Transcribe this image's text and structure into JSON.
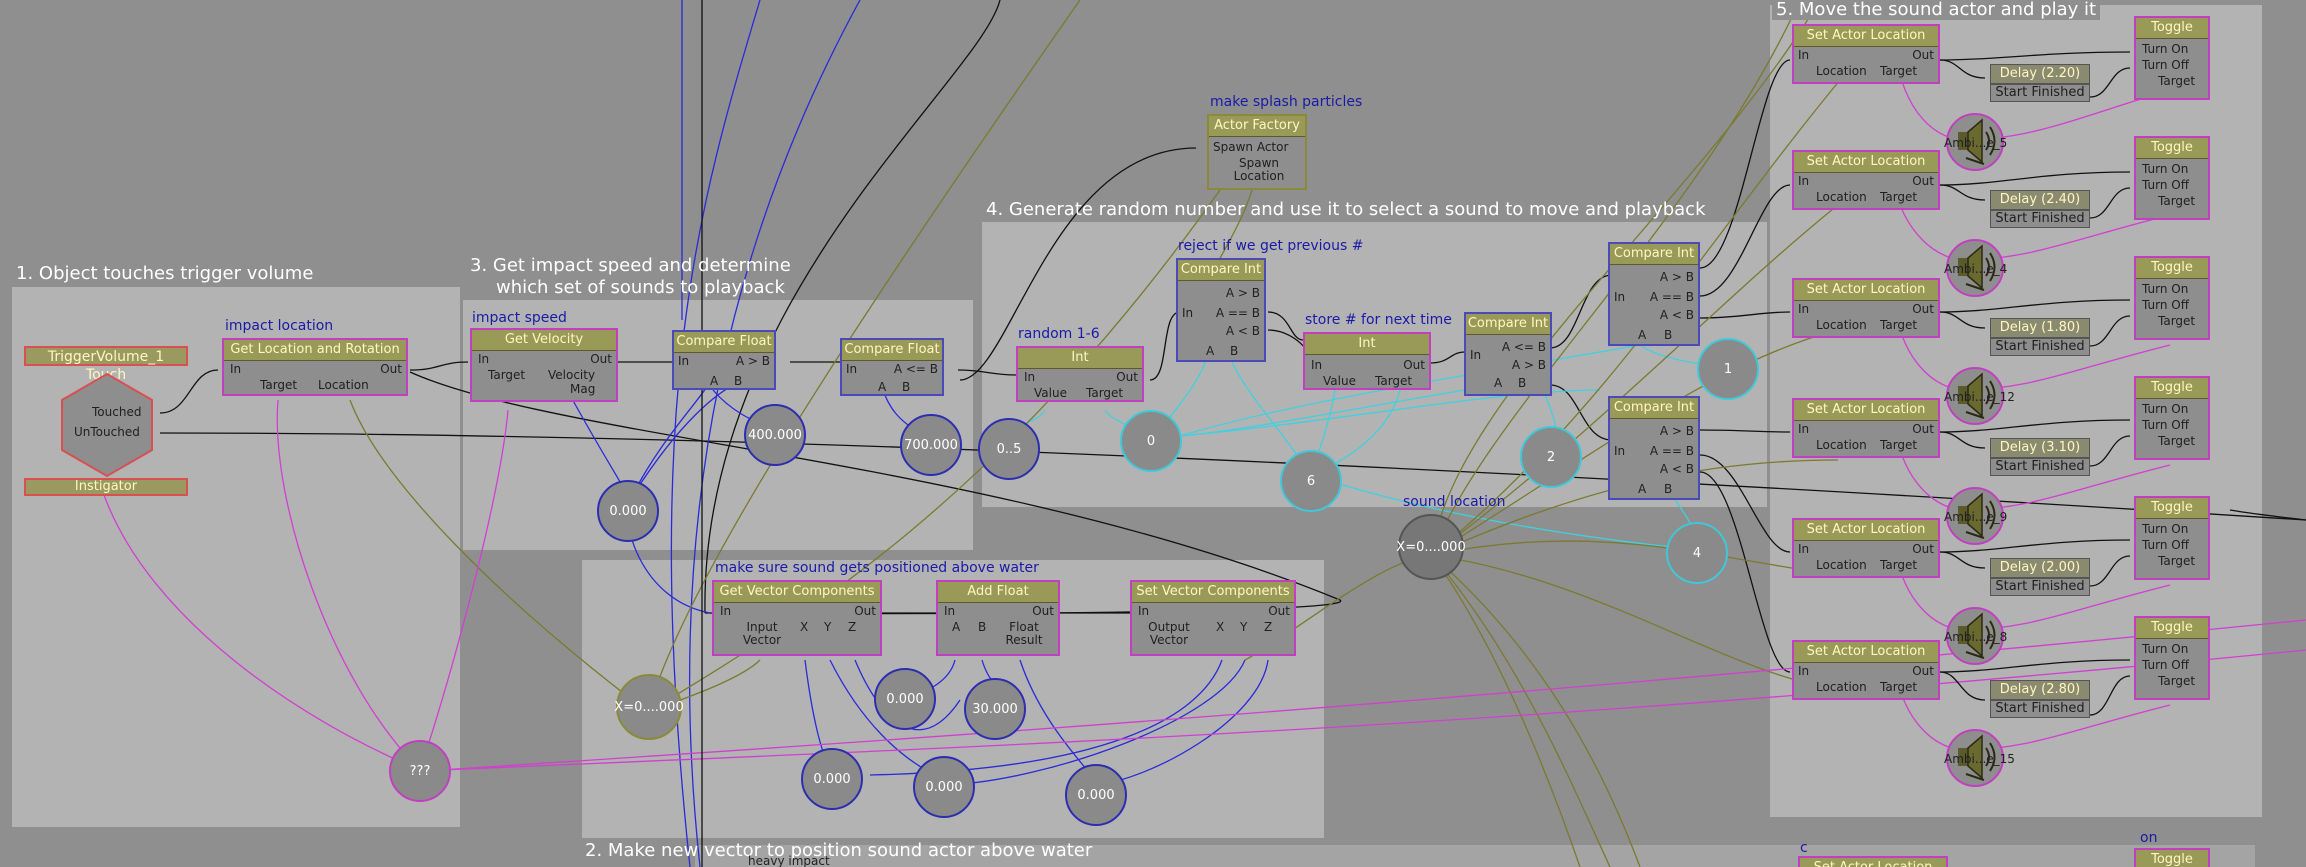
{
  "groups": {
    "g1": "1. Object touches trigger volume",
    "g3a": "3. Get impact speed and determine",
    "g3b": "which set of sounds to playback",
    "g4": "4. Generate random number and use it to select a sound to move and playback",
    "g5": "5. Move the sound actor and play it",
    "g2": "2. Make new vector to position sound actor above water"
  },
  "comments": {
    "impact_location": "impact location",
    "impact_speed": "impact speed",
    "make_splash": "make splash particles",
    "reject_prev": "reject if we get previous #",
    "random": "random 1-6",
    "store_next": "store # for next time",
    "sound_location": "sound location",
    "above_water": "make sure sound gets positioned above water",
    "heavy_impact": "heavy impact",
    "c_label": "c",
    "on_label": "on"
  },
  "event": {
    "title": "TriggerVolume_1 Touch",
    "touched": "Touched",
    "untouched": "UnTouched",
    "instigator": "Instigator"
  },
  "nodes": {
    "get_loc_rot": {
      "title": "Get Location and Rotation",
      "in": "In",
      "out": "Out",
      "target": "Target",
      "location": "Location"
    },
    "get_velocity": {
      "title": "Get Velocity",
      "in": "In",
      "out": "Out",
      "target": "Target",
      "velocity": "Velocity",
      "mag": "Mag"
    },
    "compare_float1": {
      "title": "Compare Float",
      "in": "In",
      "agtb": "A > B",
      "a": "A",
      "b": "B"
    },
    "compare_float2": {
      "title": "Compare Float",
      "in": "In",
      "alteb": "A <= B",
      "a": "A",
      "b": "B"
    },
    "random_int": {
      "title": "Int",
      "in": "In",
      "out": "Out",
      "value": "Value",
      "target": "Target"
    },
    "compare_int_reject": {
      "title": "Compare Int",
      "in": "In",
      "agtb": "A > B",
      "aeqb": "A == B",
      "altb": "A < B",
      "a": "A",
      "b": "B"
    },
    "store_int": {
      "title": "Int",
      "in": "In",
      "out": "Out",
      "value": "Value",
      "target": "Target"
    },
    "compare_int_mid": {
      "title": "Compare Int",
      "in": "In",
      "alteb": "A <= B",
      "agtb": "A > B",
      "a": "A",
      "b": "B"
    },
    "compare_int_top": {
      "title": "Compare Int",
      "in": "In",
      "agtb": "A > B",
      "aeqb": "A == B",
      "altb": "A < B",
      "a": "A",
      "b": "B"
    },
    "compare_int_bot": {
      "title": "Compare Int",
      "in": "In",
      "agtb": "A > B",
      "aeqb": "A == B",
      "altb": "A < B",
      "a": "A",
      "b": "B"
    },
    "actor_factory": {
      "title": "Actor Factory",
      "spawn_actor": "Spawn Actor",
      "spawn_location": "Spawn Location"
    },
    "get_vec": {
      "title": "Get Vector Components",
      "in": "In",
      "out": "Out",
      "input_vector": "Input Vector",
      "x": "X",
      "y": "Y",
      "z": "Z"
    },
    "add_float": {
      "title": "Add Float",
      "in": "In",
      "out": "Out",
      "a": "A",
      "b": "B",
      "float_result": "Float Result"
    },
    "set_vec": {
      "title": "Set Vector Components",
      "in": "In",
      "out": "Out",
      "output_vector": "Output Vector",
      "x": "X",
      "y": "Y",
      "z": "Z"
    }
  },
  "vars": {
    "v400": "400.000",
    "v700": "700.000",
    "v0000a": "0.000",
    "v05": "0..5",
    "v0": "0",
    "v6": "6",
    "v1": "1",
    "v2": "2",
    "v4": "4",
    "sound_loc": "X=0....000",
    "vec_loc": "X=0....000",
    "vq": "???",
    "v0000b": "0.000",
    "v30": "30.000",
    "v0000c": "0.000",
    "v0000d": "0.000",
    "v0000e": "0.000"
  },
  "sound_rows": [
    {
      "set_title": "Set Actor Location",
      "in": "In",
      "out": "Out",
      "location": "Location",
      "target": "Target",
      "delay": "Delay (2.20)",
      "start": "Start",
      "finished": "Finished",
      "toggle": "Toggle",
      "turn_on": "Turn On",
      "turn_off": "Turn Off",
      "toggle_target": "Target",
      "actor": "Ambi...e_5"
    },
    {
      "set_title": "Set Actor Location",
      "in": "In",
      "out": "Out",
      "location": "Location",
      "target": "Target",
      "delay": "Delay (2.40)",
      "start": "Start",
      "finished": "Finished",
      "toggle": "Toggle",
      "turn_on": "Turn On",
      "turn_off": "Turn Off",
      "toggle_target": "Target",
      "actor": "Ambi...e_4"
    },
    {
      "set_title": "Set Actor Location",
      "in": "In",
      "out": "Out",
      "location": "Location",
      "target": "Target",
      "delay": "Delay (1.80)",
      "start": "Start",
      "finished": "Finished",
      "toggle": "Toggle",
      "turn_on": "Turn On",
      "turn_off": "Turn Off",
      "toggle_target": "Target",
      "actor": "Ambi...e_12"
    },
    {
      "set_title": "Set Actor Location",
      "in": "In",
      "out": "Out",
      "location": "Location",
      "target": "Target",
      "delay": "Delay (3.10)",
      "start": "Start",
      "finished": "Finished",
      "toggle": "Toggle",
      "turn_on": "Turn On",
      "turn_off": "Turn Off",
      "toggle_target": "Target",
      "actor": "Ambi...e_9"
    },
    {
      "set_title": "Set Actor Location",
      "in": "In",
      "out": "Out",
      "location": "Location",
      "target": "Target",
      "delay": "Delay (2.00)",
      "start": "Start",
      "finished": "Finished",
      "toggle": "Toggle",
      "turn_on": "Turn On",
      "turn_off": "Turn Off",
      "toggle_target": "Target",
      "actor": "Ambi...e_8"
    },
    {
      "set_title": "Set Actor Location",
      "in": "In",
      "out": "Out",
      "location": "Location",
      "target": "Target",
      "delay": "Delay (2.80)",
      "start": "Start",
      "finished": "Finished",
      "toggle": "Toggle",
      "turn_on": "Turn On",
      "turn_off": "Turn Off",
      "toggle_target": "Target",
      "actor": "Ambi...e_15"
    }
  ],
  "partial": {
    "set_title": "Set Actor Location",
    "toggle": "Toggle"
  }
}
